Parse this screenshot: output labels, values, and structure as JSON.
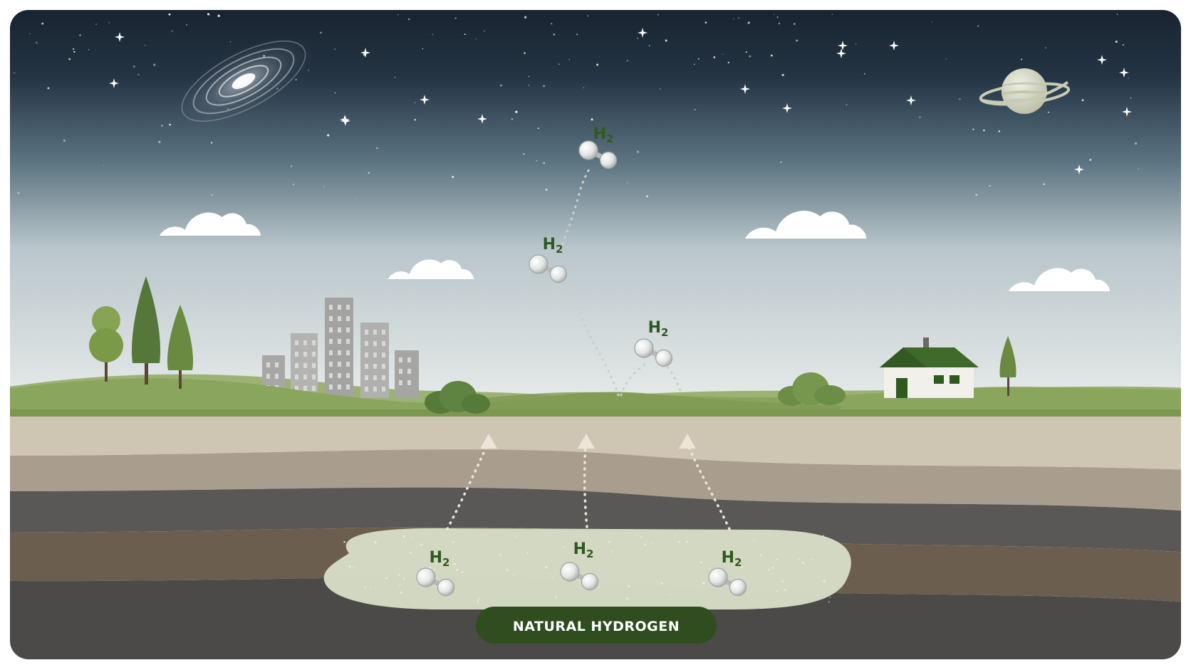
{
  "molecule_label": "H",
  "molecule_subscript": "2",
  "reservoir_label": "NATURAL HYDROGEN",
  "colors": {
    "sky_top": "#17212c",
    "sky_mid": "#5c7482",
    "sky_bottom": "#eef0ee",
    "grass": "#8aa55c",
    "grass_dark": "#6f8a45",
    "soil_top": "#cfc5b3",
    "soil_mid": "#a99e8e",
    "rock_dark": "#595856",
    "rock_brown": "#6c5e4f",
    "rock_deep": "#4b4a48",
    "reservoir": "#d6dcc5",
    "label_bg": "#2f4d1f",
    "label_text": "#ffffff",
    "h2_text": "#2f5a1e"
  },
  "icons": [
    "galaxy-icon",
    "planet-icon",
    "cloud-icon",
    "tree-icon",
    "city-icon",
    "house-icon",
    "bush-icon",
    "hydrogen-molecule-icon",
    "arrow-up-icon"
  ]
}
